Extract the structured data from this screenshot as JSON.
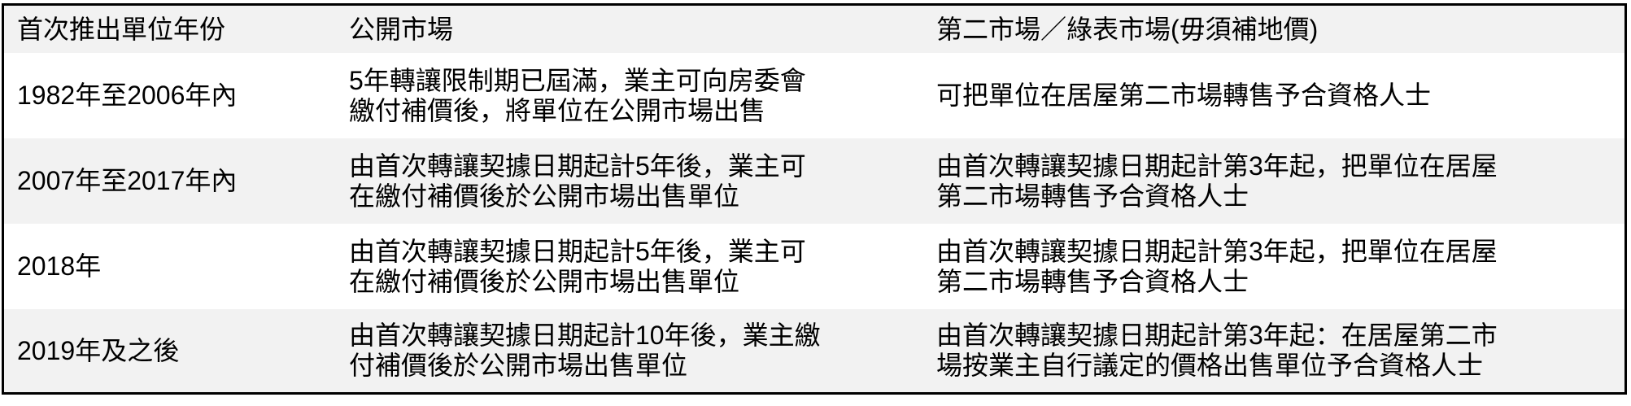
{
  "table": {
    "headers": [
      "首次推出單位年份",
      "公開市場",
      "第二市場／綠表市場(毋須補地價)"
    ],
    "rows": [
      {
        "year": "1982年至2006年內",
        "open_market": [
          "5年轉讓限制期已屆滿，業主可向房委會",
          "繳付補價後，將單位在公開市場出售"
        ],
        "secondary_market": [
          "可把單位在居屋第二市場轉售予合資格人士"
        ]
      },
      {
        "year": "2007年至2017年內",
        "open_market": [
          "由首次轉讓契據日期起計5年後，業主可",
          "在繳付補價後於公開市場出售單位"
        ],
        "secondary_market": [
          "由首次轉讓契據日期起計第3年起，把單位在居屋",
          "第二市場轉售予合資格人士"
        ]
      },
      {
        "year": "2018年",
        "open_market": [
          "由首次轉讓契據日期起計5年後，業主可",
          "在繳付補價後於公開市場出售單位"
        ],
        "secondary_market": [
          "由首次轉讓契據日期起計第3年起，把單位在居屋",
          "第二市場轉售予合資格人士"
        ]
      },
      {
        "year": "2019年及之後",
        "open_market": [
          "由首次轉讓契據日期起計10年後，業主繳",
          "付補價後於公開市場出售單位"
        ],
        "secondary_market": [
          "由首次轉讓契據日期起計第3年起：在居屋第二市",
          "場按業主自行議定的價格出售單位予合資格人士"
        ]
      }
    ]
  },
  "colors": {
    "shade": "#f2f2f2",
    "border": "#000000"
  }
}
